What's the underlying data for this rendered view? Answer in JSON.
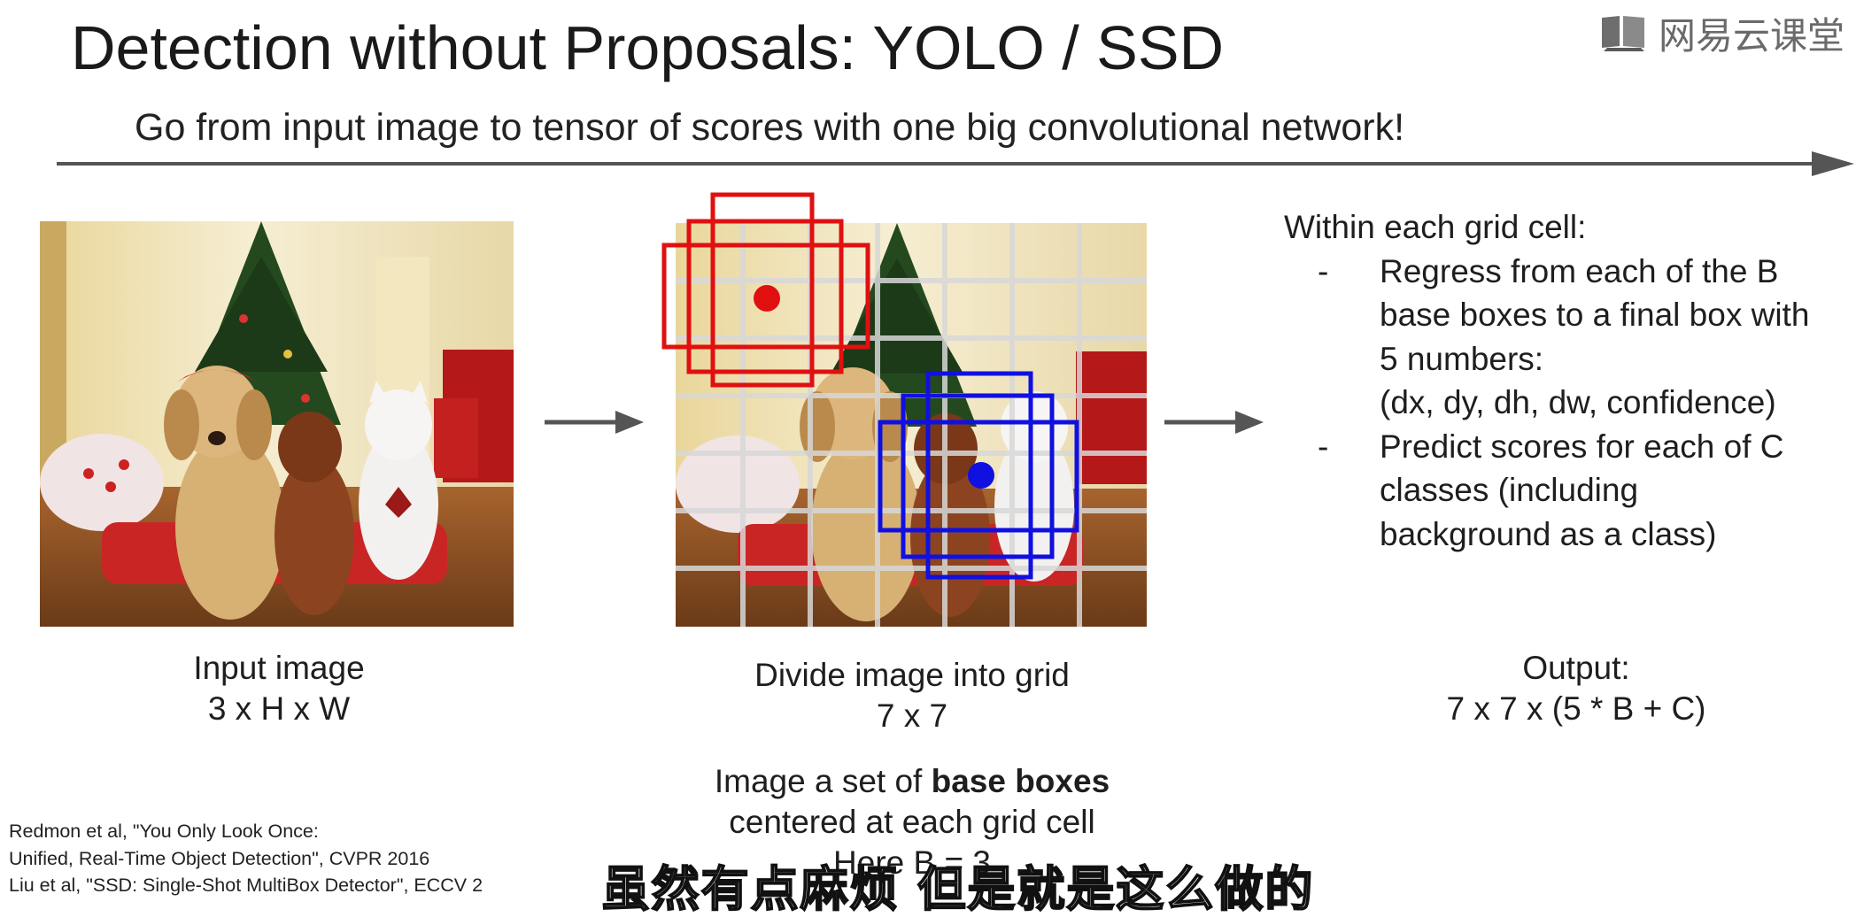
{
  "slide": {
    "title": "Detection without Proposals: YOLO / SSD",
    "subtitle": "Go from input image to tensor of scores with one big convolutional network!",
    "watermark": "网易云课堂"
  },
  "input_panel": {
    "caption_line1": "Input image",
    "caption_line2": "3 x H x W"
  },
  "grid_panel": {
    "caption_line1": "Divide image into grid",
    "caption_line2": "7 x 7",
    "base_line1_pre": "Image a set of ",
    "base_line1_bold": "base boxes",
    "base_line2": "centered at each grid cell",
    "base_line3": "Here B = 3",
    "red_color": "#e01010",
    "blue_color": "#1010e0"
  },
  "output_panel": {
    "heading": "Within each grid cell:",
    "bullet_marker": "-",
    "bullet1_lines": [
      "Regress from each of the B",
      "base boxes to a final box with",
      "5 numbers:",
      "(dx, dy, dh, dw, confidence)"
    ],
    "bullet2_lines": [
      "Predict scores for each of C",
      "classes (including",
      "background as a class)"
    ],
    "output_label": "Output:",
    "output_formula": "7 x 7 x (5 * B + C)"
  },
  "references": [
    "Redmon et al, \"You Only Look Once:",
    "Unified, Real-Time Object Detection\", CVPR 2016",
    "Liu et al, \"SSD: Single-Shot MultiBox Detector\", ECCV 2"
  ],
  "video_subtitle": "虽然有点麻烦 但是就是这么做的",
  "colors": {
    "arrow": "#555555"
  }
}
